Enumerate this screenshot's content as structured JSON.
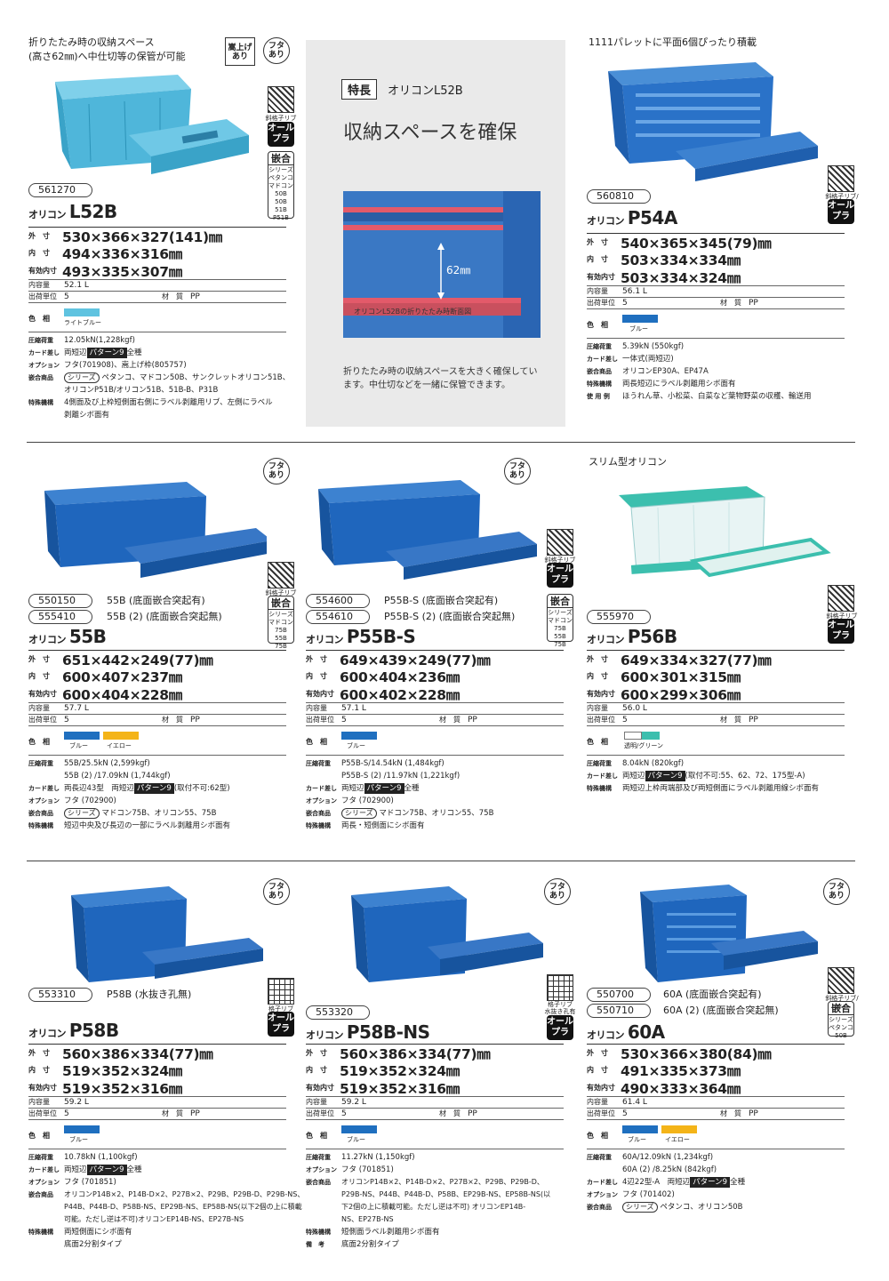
{
  "colors": {
    "blue": "#1f6fbf",
    "lightblue": "#5fc3e0",
    "yellow": "#f4b418",
    "green": "#3cbfae",
    "clear": "#ffffff",
    "feature_bg": "#eaeaea"
  },
  "labels": {
    "outer": "外　寸",
    "inner": "内　寸",
    "eff": "有効内寸",
    "cap": "内容量",
    "unit": "出荷単位",
    "mat": "材　質",
    "color": "色　相",
    "load": "圧縮荷重",
    "card": "カード差し",
    "opt": "オプション",
    "nest": "嵌合商品",
    "special": "特殊機構",
    "use": "使 用 例",
    "biko": "備　考",
    "lid": "フタ\nあり",
    "lift": "嵩上げ\nあり",
    "rib": "斜格子リブ",
    "rib_all": "斜格子リブ/アミ",
    "grid_rib": "格子リブ",
    "allpla": "オール\nプラ",
    "kango": "嵌合",
    "series": "シリーズ"
  },
  "l52b": {
    "note": "折りたたみ時の収納スペース\n(高さ62㎜)へ中仕切等の保管が可能",
    "code": "561270",
    "prefix": "オリコン",
    "name": "L52B",
    "outer": "530×366×327(141)㎜",
    "inner": "494×336×316㎜",
    "eff": "493×335×307㎜",
    "cap": "52.1 L",
    "unit": "5",
    "mat": "PP",
    "colors": [
      {
        "name": "ライトブルー",
        "hex": "#5fc3e0"
      }
    ],
    "kango": [
      "ペタンコ",
      "マドコン50B",
      "50B",
      "51B",
      "P51B"
    ],
    "load": "12.05kN(1,228kgf)",
    "card_a": "両短辺",
    "card_pat": "パターン9",
    "card_b": "全種",
    "opt": "フタ(701908)、嵩上げ枠(805757)",
    "nest_sel": "シリーズ",
    "nest": "ペタンコ、マドコン50B、サンクレットオリコン51B、\nオリコンP51B/オリコン51B、51B-B、P31B",
    "special": "4側面及び上枠短側面右側にラベル剥離用リブ、左側にラベル\n剥離シボ面有"
  },
  "feature": {
    "tag": "特長",
    "tag_title": "オリコンL52B",
    "heading": "収納スペースを確保",
    "dim": "62㎜",
    "caption": "オリコンL52Bの折りたたみ時断面図",
    "text": "折りたたみ時の収納スペースを大きく確保してい\nます。中仕切などを一緒に保管できます。"
  },
  "p54a": {
    "note": "1111パレットに平面6個ぴったり積載",
    "code": "560810",
    "prefix": "オリコン",
    "name": "P54A",
    "outer": "540×365×345(79)㎜",
    "inner": "503×334×334㎜",
    "eff": "503×334×324㎜",
    "cap": "56.1 L",
    "unit": "5",
    "mat": "PP",
    "colors": [
      {
        "name": "ブルー",
        "hex": "#1f6fbf"
      }
    ],
    "load": "5.39kN (550kgf)",
    "card": "一体式(両短辺)",
    "nest": "オリコンEP30A、EP47A",
    "special": "両長短辺にラベル剥離用シボ面有",
    "use": "ほうれん草、小松菜、白菜など葉物野菜の収穫、輸送用"
  },
  "b55": {
    "code1": "550150",
    "var1": "55B (底面嵌合突起有)",
    "code2": "555410",
    "var2": "55B (2) (底面嵌合突起無)",
    "prefix": "オリコン",
    "name": "55B",
    "outer": "651×442×249(77)㎜",
    "inner": "600×407×237㎜",
    "eff": "600×404×228㎜",
    "cap": "57.7 L",
    "unit": "5",
    "mat": "PP",
    "colors": [
      {
        "name": "ブルー",
        "hex": "#1f6fbf"
      },
      {
        "name": "イエロー",
        "hex": "#f4b418"
      }
    ],
    "kango": [
      "マドコン75B",
      "55B",
      "75B"
    ],
    "load1": "55B/25.5kN (2,599kgf)",
    "load2": "55B (2) /17.09kN (1,744kgf)",
    "card_a": "両長辺43型　両短辺",
    "card_pat": "パターン9",
    "card_b": "(取付不可:62型)",
    "opt": "フタ (702900)",
    "nest_sel": "シリーズ",
    "nest": "マドコン75B、オリコン55、75B",
    "special": "短辺中央及び長辺の一部にラベル剥離用シボ面有"
  },
  "p55bs": {
    "code1": "554600",
    "var1": "P55B-S (底面嵌合突起有)",
    "code2": "554610",
    "var2": "P55B-S (2) (底面嵌合突起無)",
    "prefix": "オリコン",
    "name": "P55B-S",
    "outer": "649×439×249(77)㎜",
    "inner": "600×404×236㎜",
    "eff": "600×402×228㎜",
    "cap": "57.1 L",
    "unit": "5",
    "mat": "PP",
    "colors": [
      {
        "name": "ブルー",
        "hex": "#1f6fbf"
      }
    ],
    "kango": [
      "マドコン75B",
      "55B",
      "75B"
    ],
    "load1": "P55B-S/14.54kN (1,484kgf)",
    "load2": "P55B-S (2) /11.97kN (1,221kgf)",
    "card_a": "両短辺",
    "card_pat": "パターン9",
    "card_b": "全種",
    "opt": "フタ (702900)",
    "nest_sel": "シリーズ",
    "nest": "マドコン75B、オリコン55、75B",
    "special": "両長・短側面にシボ面有"
  },
  "p56b": {
    "note": "スリム型オリコン",
    "code": "555970",
    "prefix": "オリコン",
    "name": "P56B",
    "outer": "649×334×327(77)㎜",
    "inner": "600×301×315㎜",
    "eff": "600×299×306㎜",
    "cap": "56.0 L",
    "unit": "5",
    "mat": "PP",
    "colors": [
      {
        "name": "透明/グリーン",
        "hex": "#3cbfae"
      }
    ],
    "load": "8.04kN (820kgf)",
    "card_a": "両短辺",
    "card_pat": "パターン9",
    "card_b": "(取付不可:55、62、72、175型-A)",
    "special": "両短辺上枠両端部及び両短側面にラベル剥離用線シボ面有"
  },
  "p58b": {
    "code": "553310",
    "var": "P58B (水抜き孔無)",
    "prefix": "オリコン",
    "name": "P58B",
    "outer": "560×386×334(77)㎜",
    "inner": "519×352×324㎜",
    "eff": "519×352×316㎜",
    "cap": "59.2 L",
    "unit": "5",
    "mat": "PP",
    "colors": [
      {
        "name": "ブルー",
        "hex": "#1f6fbf"
      }
    ],
    "load": "10.78kN (1,100kgf)",
    "card_a": "両短辺",
    "card_pat": "パターン9",
    "card_b": "全種",
    "opt": "フタ (701851)",
    "nest": "オリコンP14B×2、P14B-D×2、P27B×2、P29B、P29B-D、P29B-NS、\nP44B、P44B-D、P58B-NS、EP29B-NS、EP58B-NS(以下2個の上に積載\n可能。ただし逆は不可)オリコンEP14B-NS、EP27B-NS",
    "special": "両短側面にシボ面有",
    "special2": "底面2分割タイプ"
  },
  "p58bns": {
    "code": "553320",
    "prefix": "オリコン",
    "name": "P58B-NS",
    "outer": "560×386×334(77)㎜",
    "inner": "519×352×324㎜",
    "eff": "519×352×316㎜",
    "cap": "59.2 L",
    "unit": "5",
    "mat": "PP",
    "colors": [
      {
        "name": "ブルー",
        "hex": "#1f6fbf"
      }
    ],
    "load": "11.27kN (1,150kgf)",
    "opt": "フタ (701851)",
    "nest": "オリコンP14B×2、P14B-D×2、P27B×2、P29B、P29B-D、\nP29B-NS、P44B、P44B-D、P58B、EP29B-NS、EP58B-NS(以\n下2個の上に積載可能。ただし逆は不可) オリコンEP14B-\nNS、EP27B-NS",
    "special": "短側面ラベル剥離用シボ面有",
    "biko": "底面2分割タイプ",
    "rib_cap": "格子リブ\n水抜き孔有"
  },
  "a60": {
    "code1": "550700",
    "var1": "60A (底面嵌合突起有)",
    "code2": "550710",
    "var2": "60A (2) (底面嵌合突起無)",
    "prefix": "オリコン",
    "name": "60A",
    "outer": "530×366×380(84)㎜",
    "inner": "491×335×373㎜",
    "eff": "490×333×364㎜",
    "cap": "61.4 L",
    "unit": "5",
    "mat": "PP",
    "colors": [
      {
        "name": "ブルー",
        "hex": "#1f6fbf"
      },
      {
        "name": "イエロー",
        "hex": "#f4b418"
      }
    ],
    "kango": [
      "ペタンコ",
      "50B"
    ],
    "load1": "60A/12.09kN (1,234kgf)",
    "load2": "60A (2) /8.25kN (842kgf)",
    "card_a": "4辺22型-A　両短辺",
    "card_pat": "パターン9",
    "card_b": "全種",
    "opt": "フタ (701402)",
    "nest_sel": "シリーズ",
    "nest": "ペタンコ、オリコン50B"
  }
}
